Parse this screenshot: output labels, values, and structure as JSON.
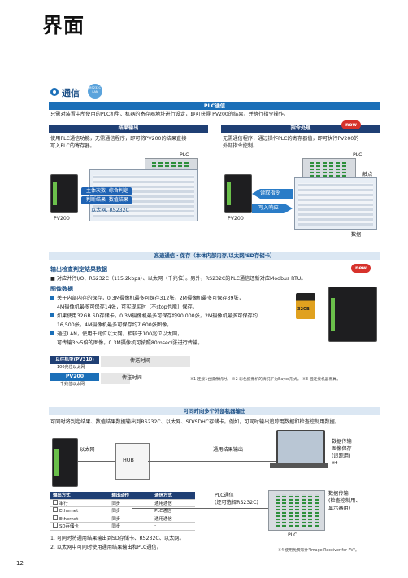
{
  "page": {
    "title": "界面",
    "number": "12"
  },
  "comm": {
    "heading": "通信",
    "badge_top": "RS232C",
    "badge_bottom": "LAN"
  },
  "plc_section": {
    "bar": "PLC通信",
    "desc": "只需对装置中所使用的PLC机型、机器的寄存器地址进行设定，即可获得 PV200的结果，并执行指令操作。",
    "result": {
      "bar": "结果输出",
      "desc1": "使用PLC通信功能，无需通信程序，即可将PV200的结果直接",
      "desc2": "写入PLC的寄存器。",
      "plc_label": "PLC",
      "tag1": "·主体次数  ·综合判定",
      "tag2": "·判断结果  ·数值结果",
      "eth_label": "以太网, RS232C",
      "device_label": "PV200"
    },
    "command": {
      "bar": "指令处理",
      "new_badge": "new",
      "desc1": "无需通信程序，通过操作PLC的寄存器值，即可执行PV200的",
      "desc2": "外部指令控制。",
      "plc_label": "PLC",
      "arrow1": "读取指令",
      "arrow2": "写入响应",
      "contact_label": "触点",
      "data_label": "数据",
      "device_label": "PV200"
    }
  },
  "hispeed": {
    "bar": "高速通信・保存（本体内部内存/以太网/SD存储卡）",
    "new_badge": "new",
    "sub1": "输出检查判定结果数据",
    "line1": "■ 对应并行I/O、RS232C（115.2kbps）、以太网（千兆位）。另外，RS232C的PLC通信还新对应Modbus RTU。",
    "sub2": "图像数据",
    "b1a": "关于内部内存的保存，0.3M摄像机最多可保存312张，2M摄像机最多可保存39张，",
    "b1b": "4M摄像机最多可保存14张，可实现实时（不stop也能）保存。",
    "b2a": "如果使用32GB SD存储卡，0.3M摄像机最多可保存约90,000张，2M摄像机最多可保存约",
    "b2b": "16,500张，4M摄像机最多可保存约7,600张图像。",
    "b3a": "通过LAN，使用千兆位以太网，相较于100兆位以太网，",
    "b3b": "可传输3〜5倍的图像。0.3M摄像机可按照80msec/张进行传输。",
    "sd_label": "32GB",
    "compare_old": "以往机型(PV310)",
    "compare_old_sub": "100兆位以太网",
    "compare_new": "PV200",
    "compare_new_sub": "千兆位以太网",
    "compare_bar_label": "传送时间",
    "compare_bar_label2": "传送时间",
    "footnote": "※1 连接1台摄像机时。  ※2 彩色摄像机的情况下为Bayer形式。  ※3 因连接机器而异。"
  },
  "multi": {
    "bar": "可同时向多个外部机器输出",
    "desc": "可同时将判定结果、数值结果数据输出到RS232C、以太网、SD/SDHC存储卡。例如，可同时输出追踪用数据和检查控制用数据。",
    "eth_label": "以太网",
    "hub_label": "HUB",
    "link_output": "通用结果输出",
    "pc_label1": "数据传输",
    "pc_label2": "图像保存",
    "pc_label3": "(追踪用)",
    "pc_note": "※4",
    "plc_link1": "PLC通信",
    "plc_link2": "(还可选择RS232C)",
    "plc_right1": "数据传输",
    "plc_right2": "(检查控制用、",
    "plc_right3": "显示器用)",
    "plc_label": "PLC",
    "table_header": [
      "输出方式",
      "输出动作",
      "通信方式"
    ],
    "table_rows": [
      [
        "串行",
        "同步",
        "通用通信"
      ],
      [
        "Ethernet",
        "同步",
        "PLC通信"
      ],
      [
        "Ethernet",
        "同步",
        "通用通信"
      ],
      [
        "SD存储卡",
        "同步",
        "-"
      ]
    ],
    "note1": "1. 可同时将通用结果输出到SD存储卡、RS232C、以太网。",
    "note2": "2. 以太网中可同时使用通用结果输出和PLC通信。",
    "footnote": "※4 使用免费软件\"Image Receiver for PV\"。"
  }
}
